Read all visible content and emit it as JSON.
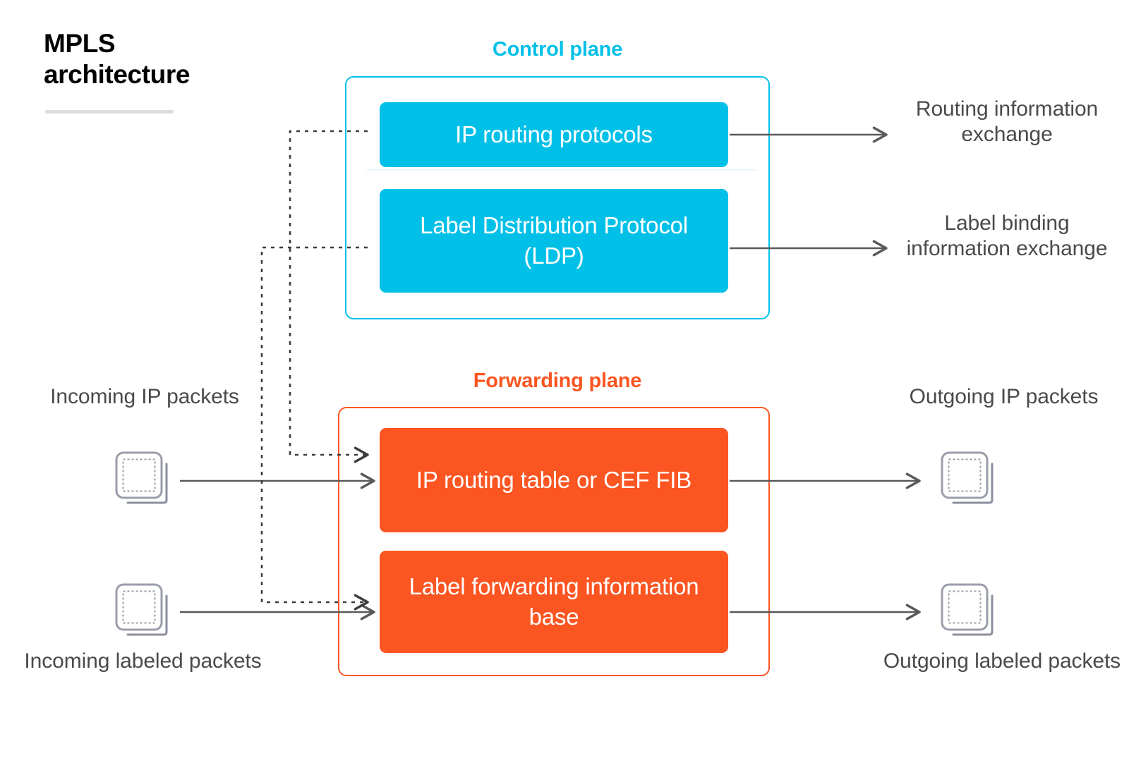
{
  "title": {
    "line1": "MPLS",
    "line2": "architecture"
  },
  "planes": {
    "control": {
      "heading": "Control plane",
      "color": "#00c0e8",
      "nodes": [
        {
          "id": "ip-routing-protocols",
          "label": "IP routing protocols"
        },
        {
          "id": "ldp",
          "label": "Label Distribution Protocol (LDP)"
        }
      ]
    },
    "forwarding": {
      "heading": "Forwarding plane",
      "color": "#fb5521",
      "nodes": [
        {
          "id": "cef-fib",
          "label": "IP routing table or CEF FIB"
        },
        {
          "id": "lfib",
          "label": "Label forwarding information base"
        }
      ]
    }
  },
  "labels": {
    "routing_information_exchange": "Routing information exchange",
    "label_binding_information_exchange": "Label binding information exchange",
    "incoming_ip_packets": "Incoming IP packets",
    "outgoing_ip_packets": "Outgoing IP packets",
    "incoming_labeled_packets": "Incoming labeled packets",
    "outgoing_labeled_packets": "Outgoing labeled packets"
  },
  "icons": {
    "incoming_ip": "packet-stack-icon",
    "incoming_labeled": "packet-stack-icon",
    "outgoing_ip": "packet-stack-icon",
    "outgoing_labeled": "packet-stack-icon"
  },
  "connectors": {
    "solid_color": "#595959",
    "dotted_color": "#3c3c3c",
    "edges": [
      {
        "id": "incoming-ip-to-cef-fib",
        "style": "solid",
        "from": "incoming-ip-packets",
        "to": "cef-fib"
      },
      {
        "id": "incoming-labeled-to-lfib",
        "style": "solid",
        "from": "incoming-labeled-packets",
        "to": "lfib"
      },
      {
        "id": "cef-fib-to-outgoing-ip",
        "style": "solid",
        "from": "cef-fib",
        "to": "outgoing-ip-packets"
      },
      {
        "id": "lfib-to-outgoing-labeled",
        "style": "solid",
        "from": "lfib",
        "to": "outgoing-labeled-packets"
      },
      {
        "id": "ip-routing-protocols-to-routing-info",
        "style": "solid",
        "from": "ip-routing-protocols",
        "to": "routing-information-exchange"
      },
      {
        "id": "ldp-to-label-binding-info",
        "style": "solid",
        "from": "ldp",
        "to": "label-binding-information-exchange"
      },
      {
        "id": "ip-routing-protocols-to-cef-fib",
        "style": "dotted",
        "from": "ip-routing-protocols",
        "to": "cef-fib"
      },
      {
        "id": "ldp-to-lfib",
        "style": "dotted",
        "from": "ldp",
        "to": "lfib"
      }
    ]
  }
}
